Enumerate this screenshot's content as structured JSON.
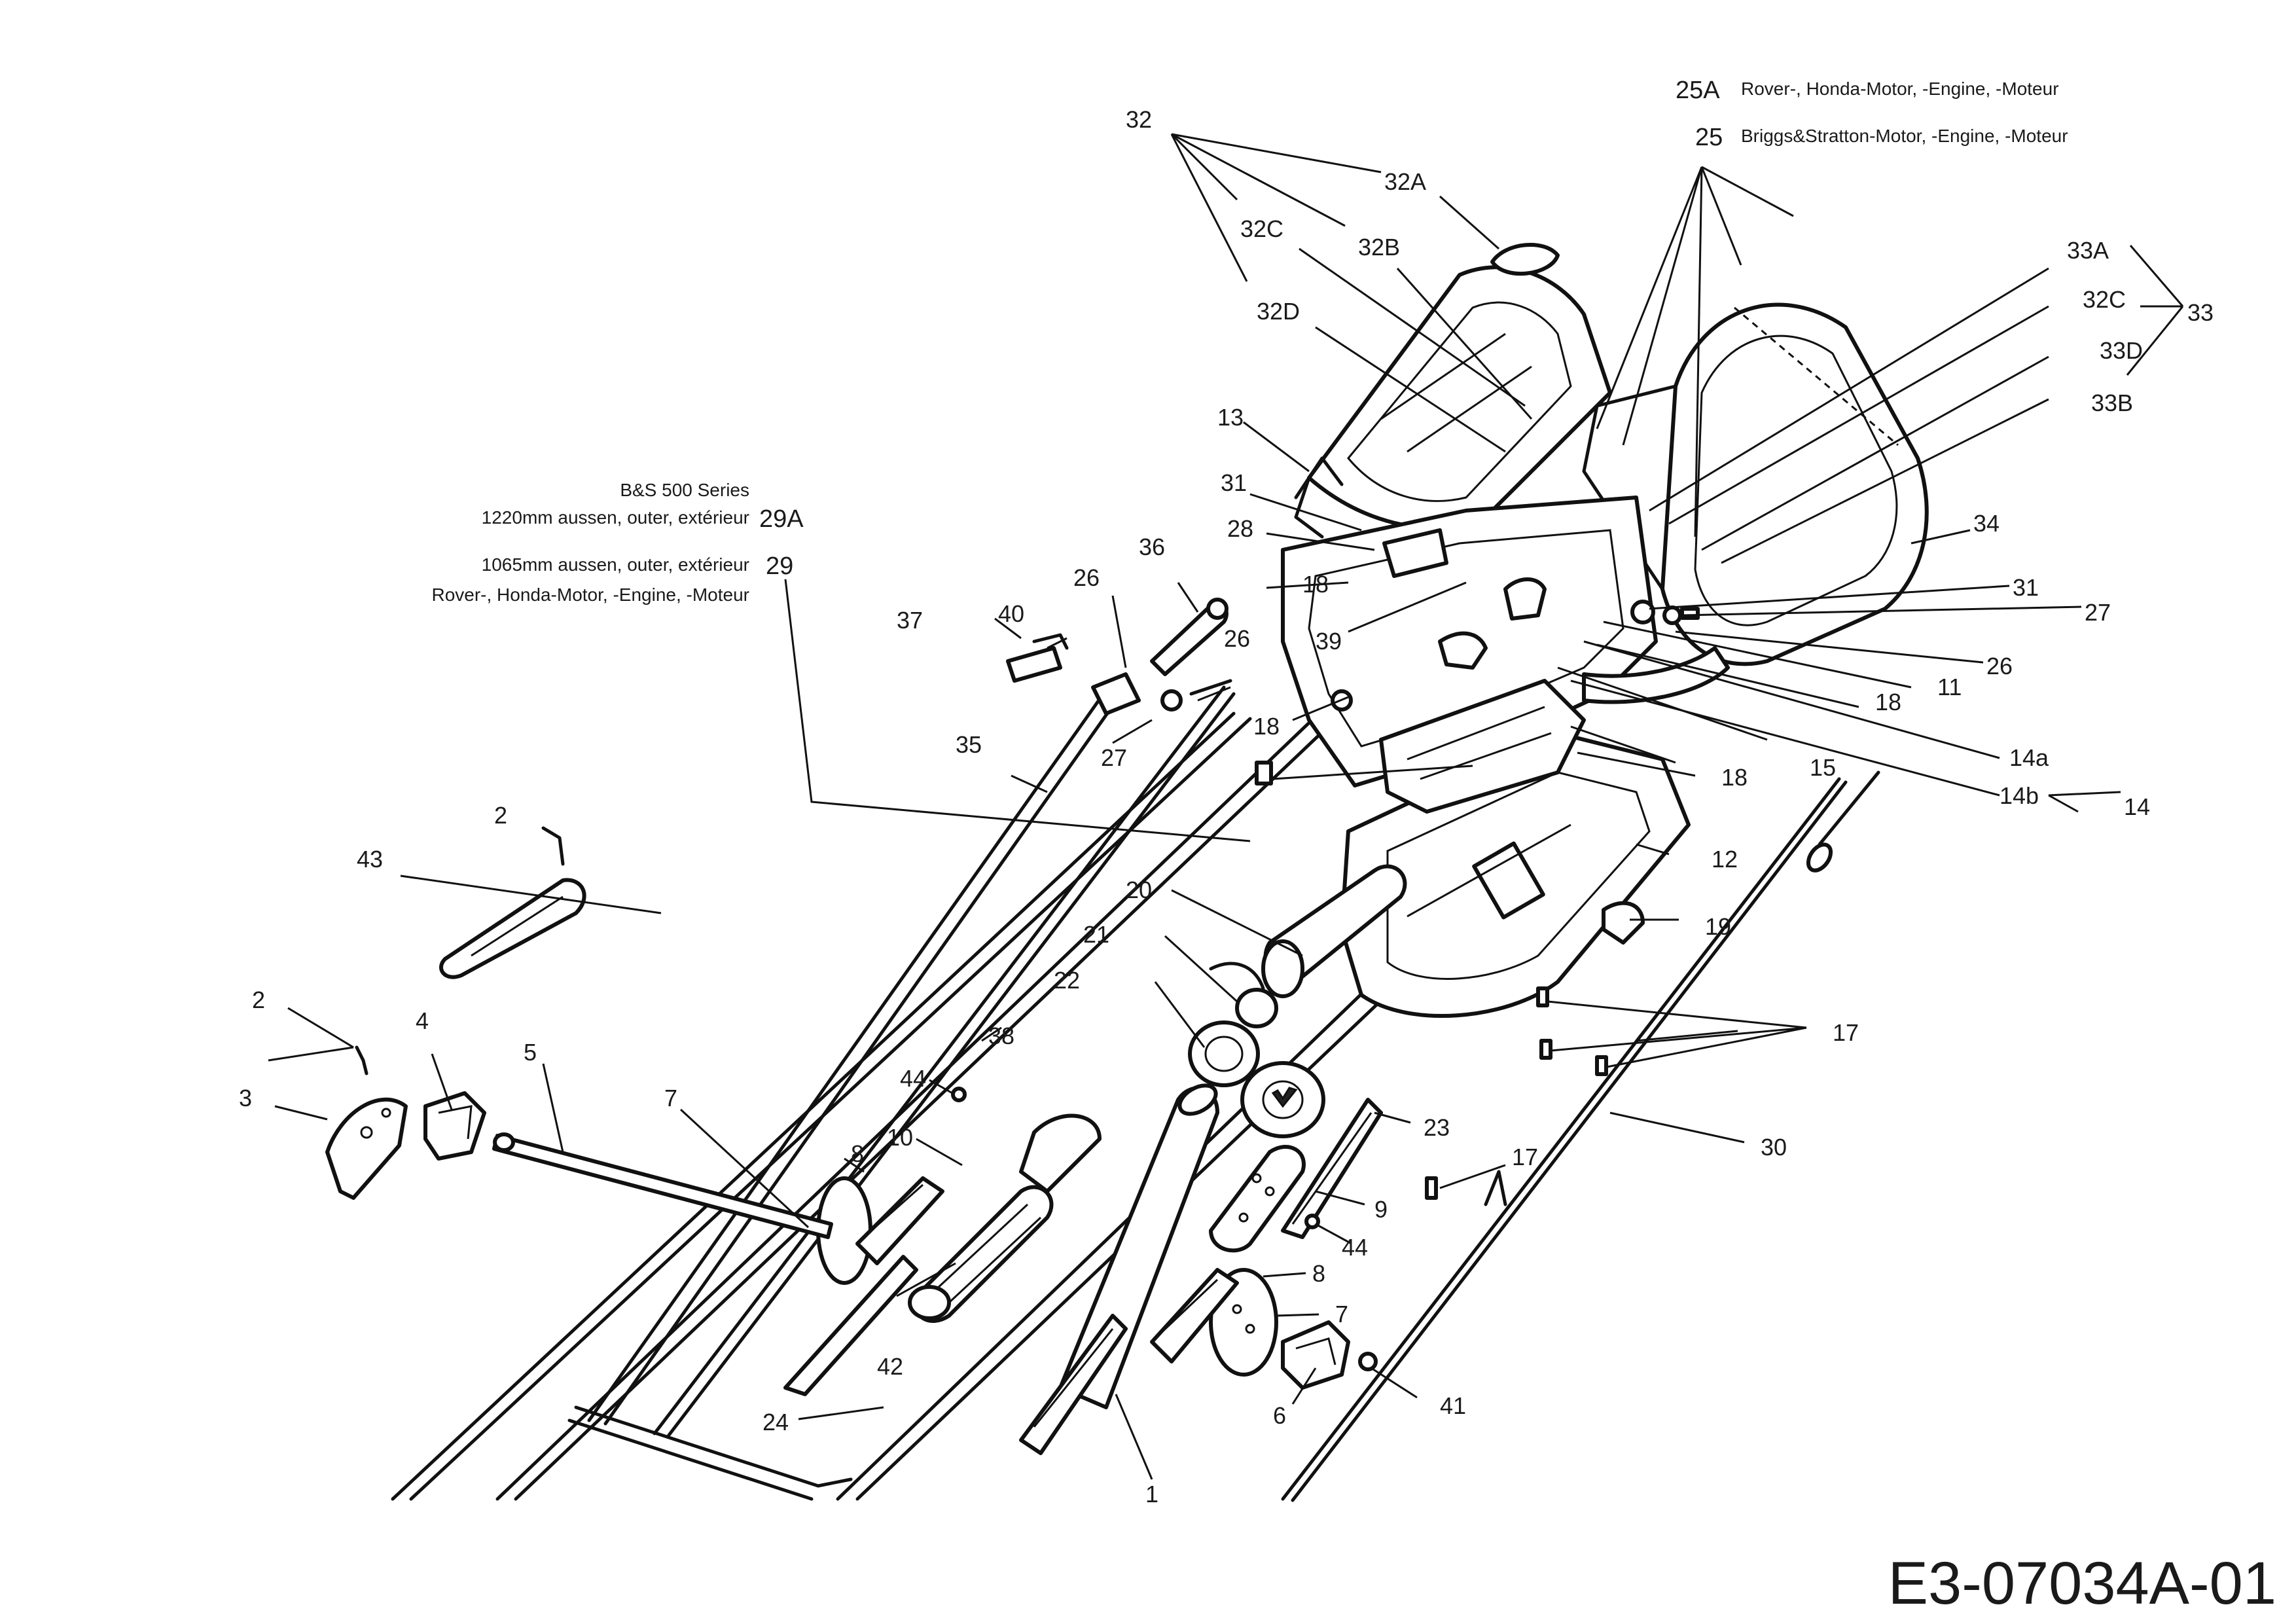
{
  "diagram_code": "E3-07034A-01",
  "notes": {
    "n25a": {
      "ref": "25A",
      "text": "Rover-, Honda-Motor, -Engine, -Moteur"
    },
    "n25": {
      "ref": "25",
      "text": "Briggs&Stratton-Motor, -Engine, -Moteur"
    },
    "n29_series": "B&S 500 Series",
    "n29a": {
      "ref": "29A",
      "text": "1220mm aussen, outer, extérieur"
    },
    "n29": {
      "ref": "29",
      "text": "1065mm aussen, outer, extérieur"
    },
    "n29_engine": "Rover-, Honda-Motor, -Engine, -Moteur"
  },
  "callouts": {
    "c32": "32",
    "c32a": "32A",
    "c32c_top": "32C",
    "c32b": "32B",
    "c32d": "32D",
    "c33a": "33A",
    "c32c_right": "32C",
    "c33": "33",
    "c33d": "33D",
    "c33b": "33B",
    "c13": "13",
    "c31_left": "31",
    "c28": "28",
    "c34": "34",
    "c18_a": "18",
    "c31_right": "31",
    "c27_right": "27",
    "c39": "39",
    "c26_right": "26",
    "c36": "36",
    "c26_a": "26",
    "c40": "40",
    "c37": "37",
    "c26_b": "26",
    "c18_b": "18",
    "c11": "11",
    "c18_c": "18",
    "c27_mid": "27",
    "c35": "35",
    "c15": "15",
    "c14a": "14a",
    "c18_d": "18",
    "c14b": "14b",
    "c14": "14",
    "c2_top": "2",
    "c43": "43",
    "c12": "12",
    "c20": "20",
    "c19": "19",
    "c21": "21",
    "c22": "22",
    "c17_top": "17",
    "c38": "38",
    "c2_mid": "2",
    "c4": "4",
    "c5": "5",
    "c44_left": "44",
    "c7_left": "7",
    "c3": "3",
    "c23": "23",
    "c30": "30",
    "c10": "10",
    "c17_mid": "17",
    "c8_left": "8",
    "c9": "9",
    "c44_right": "44",
    "c8_right": "8",
    "c7_right": "7",
    "c42": "42",
    "c6": "6",
    "c41": "41",
    "c24": "24",
    "c1": "1"
  }
}
